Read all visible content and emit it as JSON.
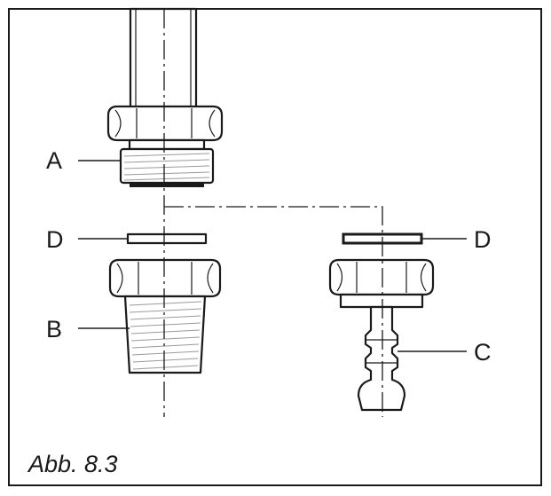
{
  "labels": {
    "a": "A",
    "b": "B",
    "c": "C",
    "d_left": "D",
    "d_right": "D"
  },
  "caption": "Abb. 8.3",
  "colors": {
    "line": "#1a1a1a",
    "thread_hatch": "#9a9a9a",
    "background": "#ffffff"
  }
}
